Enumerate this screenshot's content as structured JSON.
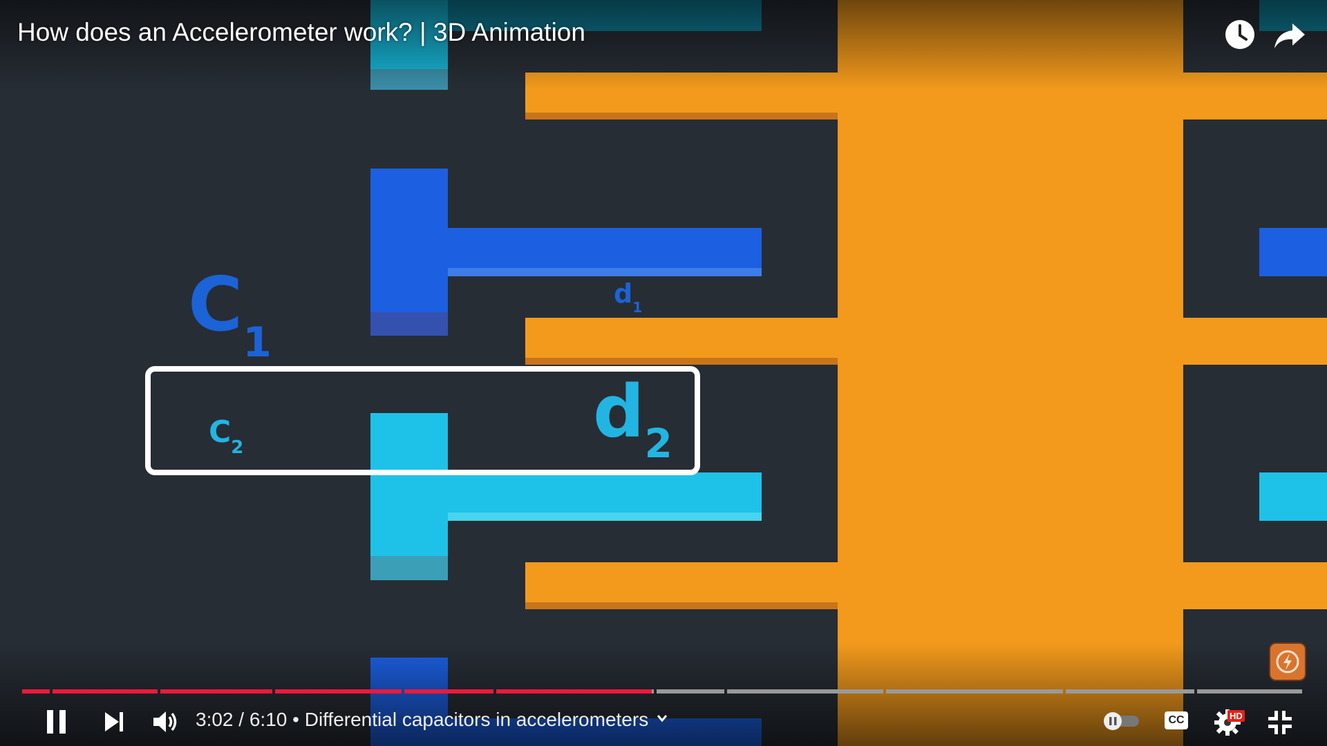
{
  "video": {
    "title": "How does an Accelerometer work? | 3D Animation",
    "current_time": "3:02",
    "separator": " / ",
    "duration": "6:10",
    "chapter_bullet": " • ",
    "chapter": "Differential capacitors in accelerometers",
    "progress_fraction": 0.491
  },
  "scene_labels": {
    "c1_base": "C",
    "c1_sub": "1",
    "c2_base": "C",
    "c2_sub": "2",
    "d1_base": "d",
    "d1_sub": "1",
    "d2_base": "d",
    "d2_sub": "2"
  },
  "badges": {
    "hd": "HD",
    "cc": "CC"
  },
  "colors": {
    "progress_played": "#f0193c",
    "progress_unplayed": "#9a9a9a",
    "orange": "#f39a1c",
    "blue": "#1c5fe0",
    "cyan": "#1ec2e8",
    "label_blue": "#1b63d6",
    "label_cyan": "#22b5e2"
  },
  "icons": {
    "watch_later": "clock-icon",
    "share": "share-arrow-icon",
    "play_pause": "pause-icon",
    "next": "next-icon",
    "volume": "volume-icon",
    "chapter_chevron": "chevron-right-icon",
    "autoplay": "autoplay-toggle-icon",
    "subtitles": "cc-icon",
    "settings": "gear-icon",
    "fullscreen_exit": "exit-fullscreen-icon",
    "toast": "lightning-icon"
  }
}
